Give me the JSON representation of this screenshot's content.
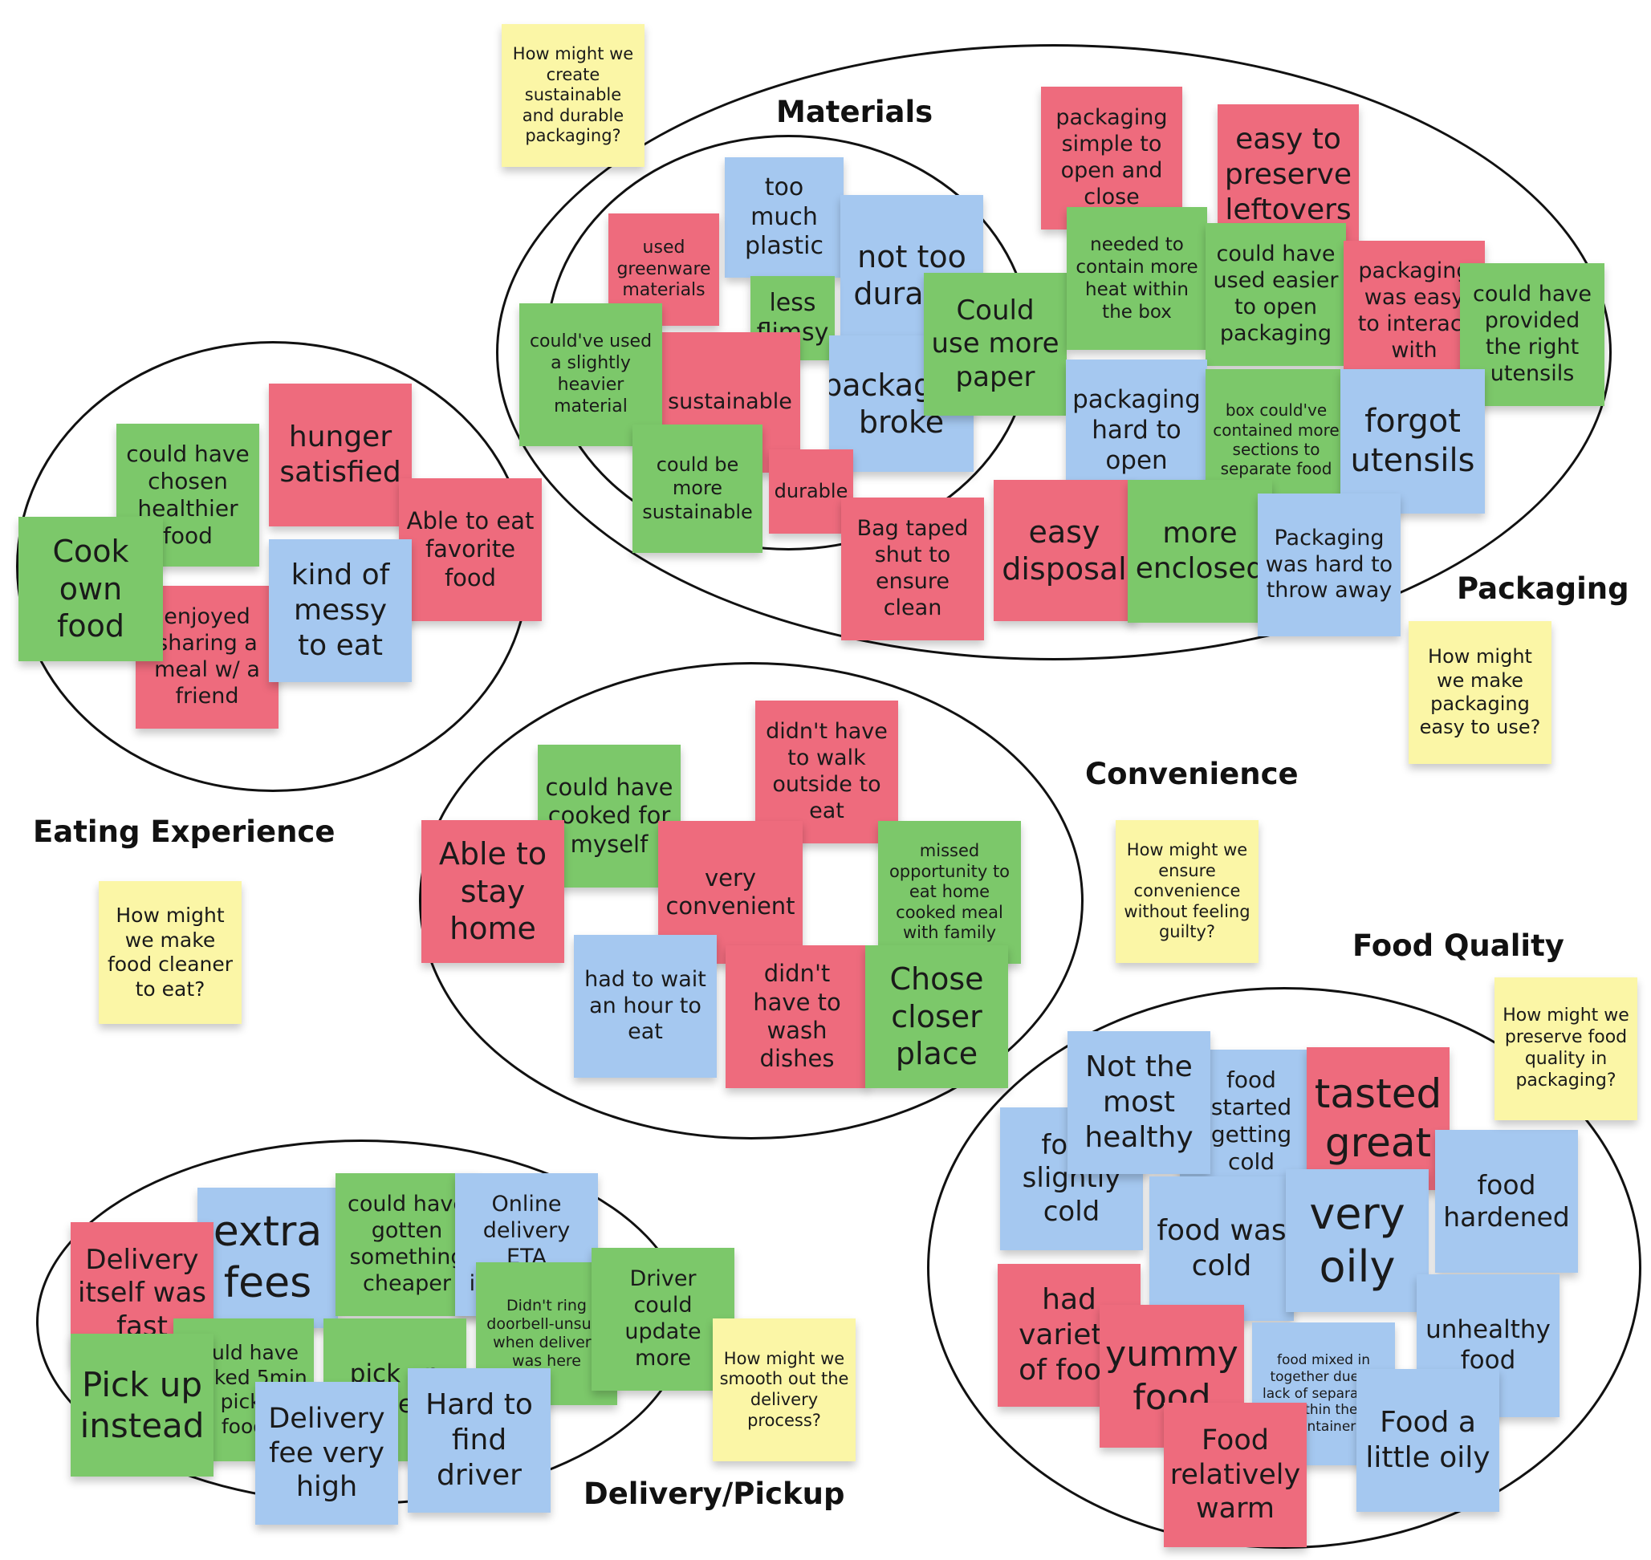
{
  "labels": {
    "materials": "Materials",
    "packaging": "Packaging",
    "eating_experience": "Eating Experience",
    "convenience": "Convenience",
    "food_quality": "Food Quality",
    "delivery_pickup": "Delivery/Pickup"
  },
  "hmw": {
    "packaging_sustainable": "How might we create sustainable and durable packaging?",
    "packaging_easy": "How might we make packaging easy to use?",
    "eating_cleaner": "How might we make food cleaner to eat?",
    "convenience_guilt": "How might we ensure convenience without feeling guilty?",
    "food_quality": "How might we preserve food quality in packaging?",
    "delivery": "How might we smooth out the delivery process?"
  },
  "materials": {
    "too_much_plastic": "too much plastic",
    "not_too_durable": "not too durable",
    "used_greenware": "used greenware materials",
    "less_flimsy": "less flimsy",
    "heavier_material": "could've used a slightly heavier material",
    "sustainable": "sustainable",
    "packaging_broke": "packaging broke",
    "more_sustainable": "could be more sustainable",
    "durable": "durable"
  },
  "packaging": {
    "simple_open_close": "packaging simple to open and close",
    "preserve_leftovers": "easy to preserve leftovers",
    "more_paper": "Could use more paper",
    "contain_heat": "needed to contain more heat within the box",
    "easier_to_open": "could have used easier to open packaging",
    "easy_to_interact": "packaging was easy to interact with",
    "right_utensils": "could have provided the right utensils",
    "hard_to_open": "packaging hard to open",
    "more_sections": "box could've contained more sections to separate food",
    "forgot_utensils": "forgot utensils",
    "bag_taped": "Bag taped shut to ensure clean",
    "easy_disposal": "easy disposal",
    "more_enclosed": "more enclosed",
    "hard_to_throw": "Packaging was hard to throw away"
  },
  "eating": {
    "hunger_satisfied": "hunger satisfied",
    "chosen_healthier": "could have chosen healthier food",
    "favorite_food": "Able to eat favorite food",
    "cook_own_food": "Cook own food",
    "enjoyed_sharing": "enjoyed sharing a meal w/ a friend",
    "messy": "kind of messy to eat"
  },
  "convenience": {
    "walk_outside": "didn't have to walk outside to eat",
    "cooked_myself": "could have cooked for myself",
    "stay_home": "Able to stay home",
    "very_convenient": "very convenient",
    "missed_family": "missed opportunity to eat home cooked meal with family",
    "wait_hour": "had to wait an hour to eat",
    "wash_dishes": "didn't have to wash dishes",
    "closer_place": "Chose closer place"
  },
  "quality": {
    "not_healthy": "Not the most healthy",
    "started_cold": "food started getting cold",
    "tasted_great": "tasted great",
    "slightly_cold": "food slightly cold",
    "was_cold": "food was cold",
    "very_oily": "very oily",
    "hardened": "food hardened",
    "variety": "had variety of food",
    "yummy": "yummy food",
    "mixed": "food mixed in together due to lack of separation within the container",
    "unhealthy": "unhealthy food",
    "relatively_warm": "Food relatively warm",
    "little_oily": "Food a little oily"
  },
  "delivery": {
    "extra_fees": "extra fees",
    "cheaper": "could have gotten something cheaper",
    "eta": "Online delivery ETA inaccurate",
    "itself_fast": "Delivery itself was fast",
    "driver_update": "Driver could update more",
    "doorbell": "Didn't ring doorbell-unsure when delivery was here",
    "walked": "could have walked 5min to pick up food",
    "pick_up_later": "pick up later",
    "pick_up_instead": "Pick up instead",
    "fee_high": "Delivery fee very high",
    "find_driver": "Hard to find driver"
  },
  "colors": {
    "red": "#ee6b7d",
    "green": "#7cc86a",
    "blue": "#a5c8f0",
    "yellow": "#fbf6a6"
  }
}
